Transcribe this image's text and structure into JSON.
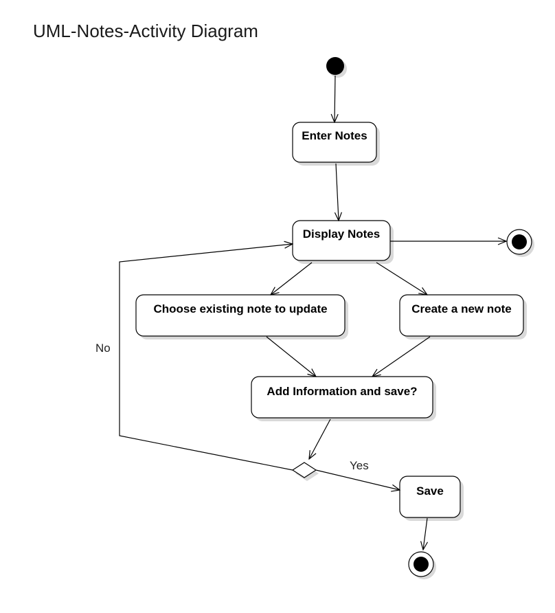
{
  "diagram": {
    "title": "UML-Notes-Activity Diagram",
    "nodes": {
      "enter_notes": "Enter Notes",
      "display_notes": "Display Notes",
      "choose_existing": "Choose existing note to update",
      "create_new": "Create a new note",
      "add_info": "Add Information and save?",
      "save": "Save"
    },
    "edge_labels": {
      "no": "No",
      "yes": "Yes"
    }
  }
}
